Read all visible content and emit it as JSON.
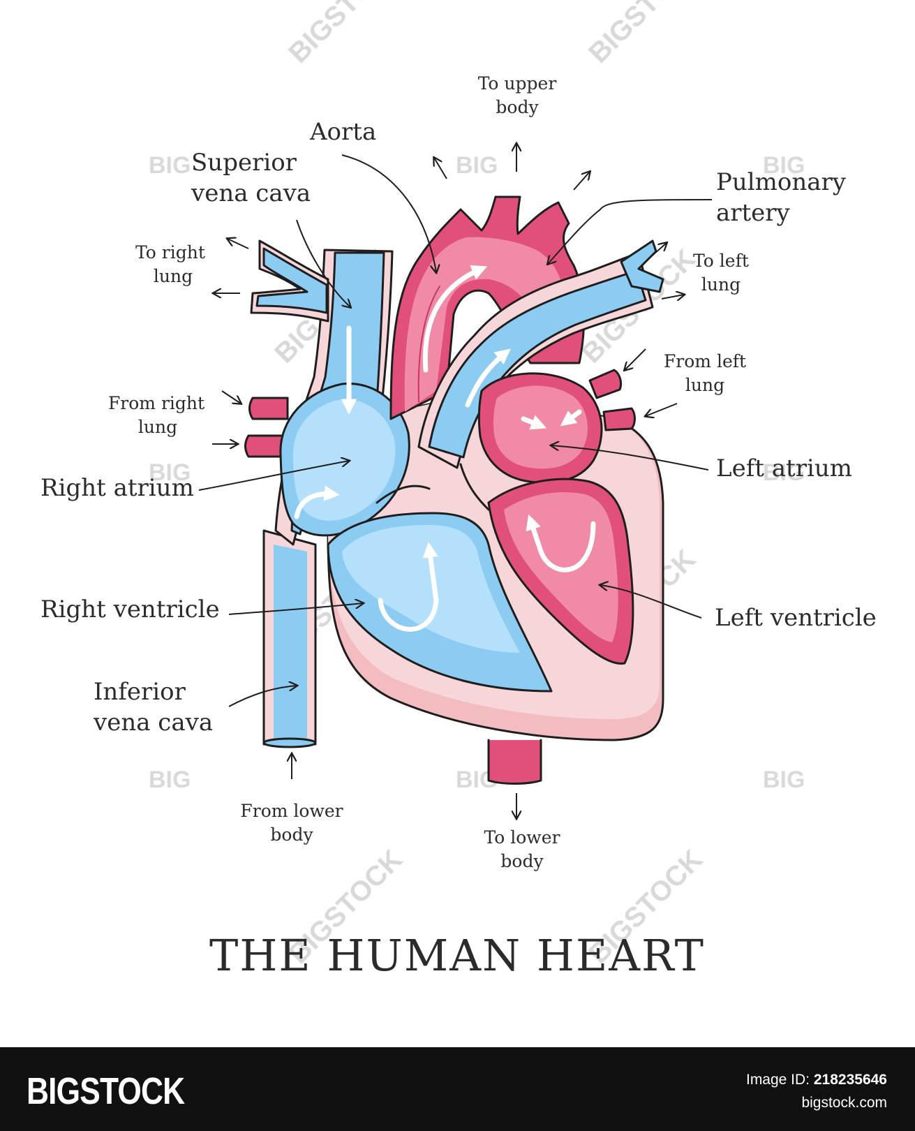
{
  "title": "THE HUMAN HEART",
  "labels": {
    "aorta": "Aorta",
    "superior_vena_cava": [
      "Superior",
      "vena cava"
    ],
    "pulmonary_artery": [
      "Pulmonary",
      "artery"
    ],
    "right_atrium": "Right atrium",
    "left_atrium": "Left atrium",
    "right_ventricle": "Right ventricle",
    "left_ventricle": "Left ventricle",
    "inferior_vena_cava": [
      "Inferior",
      "vena cava"
    ]
  },
  "flows": {
    "to_upper_body": [
      "To upper",
      "body"
    ],
    "to_right_lung": [
      "To right",
      "lung"
    ],
    "to_left_lung": [
      "To left",
      "lung"
    ],
    "from_right_lung": [
      "From right",
      "lung"
    ],
    "from_left_lung": [
      "From left",
      "lung"
    ],
    "from_lower_body": [
      "From lower",
      "body"
    ],
    "to_lower_body": [
      "To lower",
      "body"
    ]
  },
  "watermark": {
    "short": "BIG",
    "long": "BIGSTOCK"
  },
  "footer": {
    "logo": "BIGSTOCK",
    "image_id_label": "Image ID:",
    "image_id": "218235646",
    "site": "bigstock.com"
  },
  "colors": {
    "blue": "#8ccbf2",
    "blue_light": "#b5e0fb",
    "blue_dark": "#5aaee3",
    "red": "#e0507a",
    "red_light": "#f08aa6",
    "red_dark": "#c83563",
    "pink_wall": "#f6d6d8",
    "outline": "#1e1e1e"
  }
}
